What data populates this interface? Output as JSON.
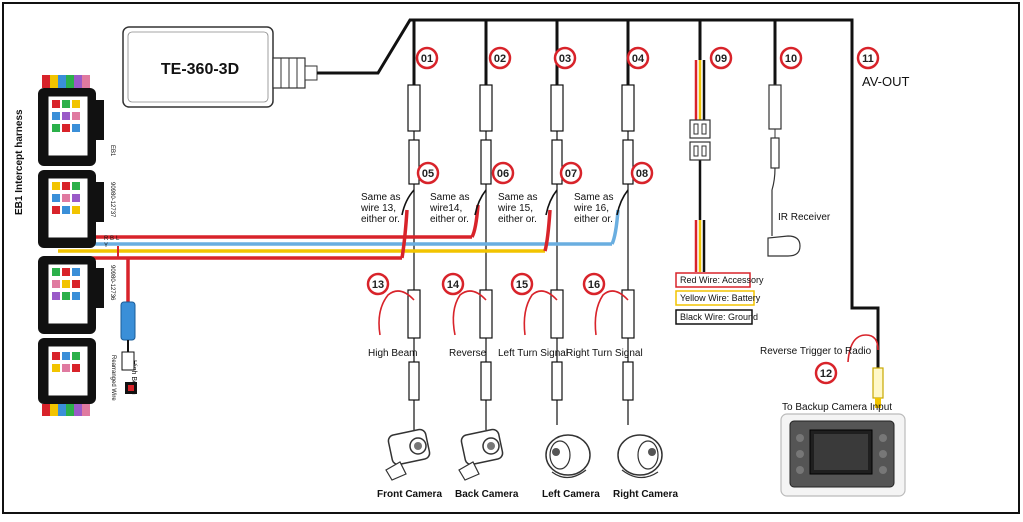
{
  "module": {
    "name": "TE-360-3D"
  },
  "harness": {
    "title": "EB1 Intercept harness",
    "connector_top_code": "EB1",
    "connector_a_code": "90980-12737",
    "connector_b_code": "90980-12736",
    "bottom_tag": "Rearranged Wire",
    "high_beam_tag": "High Beam",
    "wire_letters": [
      "R",
      "Y",
      "B",
      "L"
    ]
  },
  "numbers": {
    "n01": "01",
    "n02": "02",
    "n03": "03",
    "n04": "04",
    "n05": "05",
    "n06": "06",
    "n07": "07",
    "n08": "08",
    "n09": "09",
    "n10": "10",
    "n11": "11",
    "n12": "12",
    "n13": "13",
    "n14": "14",
    "n15": "15",
    "n16": "16"
  },
  "labels": {
    "av_out": "AV-OUT",
    "ir_receiver": "IR Receiver",
    "same13": [
      "Same as",
      "wire 13,",
      "either or."
    ],
    "same14": [
      "Same as",
      "wire14,",
      "either or."
    ],
    "same15": [
      "Same as",
      "wire 15,",
      "either or."
    ],
    "same16": [
      "Same as",
      "wire 16,",
      "either or."
    ],
    "high_beam": "High Beam",
    "reverse": "Reverse",
    "left_turn": "Left Turn Signal",
    "right_turn": "Right Turn Signal",
    "reverse_trigger": "Reverse Trigger to Radio",
    "backup_input": "To Backup Camera Input"
  },
  "power_box": {
    "red": "Red Wire: Accessory",
    "yellow": "Yellow Wire: Battery",
    "black": "Black Wire: Ground"
  },
  "cameras": {
    "front": "Front Camera",
    "back": "Back Camera",
    "left": "Left Camera",
    "right": "Right Camera"
  },
  "colors": {
    "red": "#d8232a",
    "yellow": "#f2c400",
    "blue": "#6aaee0",
    "black": "#111111",
    "badge": "#d8232a"
  }
}
